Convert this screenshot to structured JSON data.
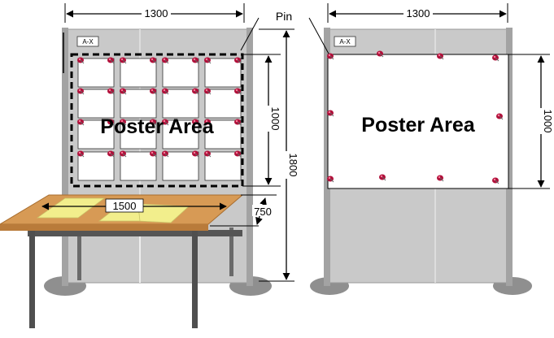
{
  "left_panel": {
    "tag": "A-X",
    "poster_label": "Poster Area",
    "width_dim": "1300",
    "height_dim": "1000",
    "total_height_dim": "1800"
  },
  "table": {
    "width_dim": "1500",
    "depth_dim": "750"
  },
  "right_panel": {
    "tag": "A-X",
    "poster_label": "Poster Area",
    "width_dim": "1300",
    "height_dim": "1000",
    "pin_label": "Pin"
  },
  "colors": {
    "panel": "#c8c8c8",
    "panel_dark": "#a9a9a9",
    "post": "#9a9a9a",
    "table_top": "#d79a55",
    "table_leg": "#5a5a5a",
    "paper": "#f2ee8c",
    "pin": "#b0103a"
  }
}
